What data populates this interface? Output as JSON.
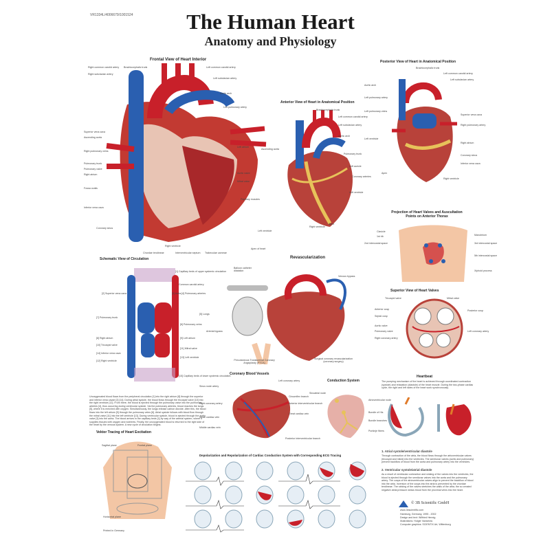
{
  "poster": {
    "code": "VR1334L/4006679/1001524",
    "title": "The Human Heart",
    "subtitle": "Anatomy and Physiology"
  },
  "sections": {
    "frontal": "Frontal View of Heart Interior",
    "posterior": "Posterior View of Heart in Anatomical Position",
    "anterior": "Anterior View of Heart in Anatomical Position",
    "projection": "Projection of Heart Valves and Auscultation Points on Anterior Thorax",
    "superior": "Superior View of Heart Valves",
    "schematic": "Schematic View of Circulation",
    "revascularization": "Revascularization",
    "coronary": "Coronary Blood Vessels",
    "conduction": "Conduction System",
    "heartbeat": "Heartbeat",
    "vektor": "Vektor Tracing of Heart Excitation",
    "depolarization": "Depolarization and Repolarization of Cardiac Conduction System with Corresponding ECG Tracing"
  },
  "labels": {
    "frontal": [
      "Right common carotid artery",
      "Brachiocephalic trunk",
      "Left common carotid artery",
      "Right subclavian artery",
      "Left subclavian artery",
      "Aortic arch",
      "Left pulmonary artery",
      "Superior vena cava",
      "Ascending aorta",
      "Right pulmonary veins",
      "Pulmonary trunk",
      "Right atrium",
      "Pulmonary valve",
      "Fossa ovalis",
      "Inferior vena cava",
      "Coronary sinus",
      "Left atrium",
      "Mitral valve",
      "Aortic valve",
      "Papillary muscles",
      "Interventricular septum",
      "Left ventricle",
      "Right ventricle",
      "Apex of heart",
      "Chordae tendineae",
      "Trabeculae carneae"
    ],
    "anterior": [
      "Brachiocephalic trunk",
      "Left common carotid artery",
      "Left subclavian artery",
      "Aortic arch",
      "Ascending aorta",
      "Pulmonary trunk",
      "Left auricle",
      "Coronary arteries",
      "Left ventricle",
      "Right ventricle",
      "Apex"
    ],
    "posterior": [
      "Brachiocephalic trunk",
      "Left common carotid artery",
      "Left subclavian artery",
      "Aortic arch",
      "Left pulmonary artery",
      "Left pulmonary veins",
      "Superior vena cava",
      "Right pulmonary artery",
      "Right atrium",
      "Coronary sinus",
      "Inferior vena cava",
      "Left ventricle",
      "Apex",
      "Right ventricle"
    ],
    "projection": [
      "Clavicle",
      "1st rib",
      "Manubrium",
      "2nd intercostal space",
      "3rd intercostal space",
      "5th intercostal space",
      "Xiphoid process"
    ],
    "superior": [
      "Tricuspid valve",
      "Mitral valve",
      "Pulmonary valve",
      "Aortic valve",
      "Left coronary artery",
      "Right coronary artery",
      "Anterior cusp",
      "Posterior cusp",
      "Septal cusp"
    ],
    "schematic": [
      "[1] Capillary beds of upper systemic circulation",
      "Common carotid artery",
      "[2] Superior vena cava",
      "[3] Aorta",
      "[4] Pulmonary arteries",
      "[5] Lungs",
      "[6] Pulmonary veins",
      "[7] Pulmonary trunk",
      "[8] Right atrium",
      "[9] Left atrium",
      "[10] Tricuspid valve",
      "[11] Mitral valve",
      "[12] Right ventricle",
      "[13] Left ventricle",
      "[14] Inferior vena cava",
      "[15] Capillary beds of lower systemic circulation"
    ],
    "revascularization": [
      "Balloon catheter dilatation",
      "Venous bypass",
      "Arterial bypass",
      "Percutaneous Transluminal Coronary Angioplasty (PTCA)",
      "Surgical coronary revascularization (coronary surgery)"
    ],
    "coronary": [
      "Sinus node artery",
      "Left coronary artery",
      "Right coronary artery",
      "Circumflex branch",
      "Anterior interventricular branch",
      "Great cardiac vein",
      "Small cardiac vein",
      "Middle cardiac vein",
      "Posterior interventricular branch"
    ],
    "conduction": [
      "Sinoatrial node",
      "Atrioventricular node",
      "Bundle of His",
      "Bundle branches",
      "Purkinje fibers"
    ],
    "vektor": [
      "Sagittal plane",
      "Frontal plane",
      "Horizontal plane"
    ]
  },
  "circulation_text": "Unoxygenated blood flows from the peripheral circulation [1] into the right atrium [8] through the superior and inferior vena cavae [2] [14]. During atrial systole, the blood flows through the tricuspid valve [10] into the right ventricle [12]. From there, the blood is ejected through the pulmonary valve into the pulmonary arteries [4], thus occurring during ventricular systole. Via the pulmonary arteries, blood reaches the lungs [5], where it is enriched with oxygen. Simultaneously, the lungs release carbon dioxide. After this, the blood flows into the left atrium [9] through the pulmonary veins [6]. Atrial systole follows with blood flow through the mitral valve [11] into the left ventricle [13]. During ventricular systole, blood is ejected through the aortic valve [3] into the aorta. The blood arrives in the capillary beds [1] by way of the arterial system, where it supplies tissues with oxygen and nutrients. Finally, the unoxygenated blood is returned to the right side of the heart by the venous system. A new cycle of circulation begins.",
  "heartbeat": {
    "intro": "The pumping mechanism of the heart is achieved through coordinated contraction (systole) and relaxation (diastole) of the heart muscle. During the two-phase cardiac cycle, the right and left sides of the heart work synchronously.",
    "phase1_title": "1. Atrial systole/ventricular diastole",
    "phase1_text": "Through contraction of the atria, the blood flows through the atrioventricular valves (tricuspid and mitral) into the ventricles. The semilunar valves (aortic and pulmonary) prevent backflow of blood from the aorta and pulmonary artery into the ventricles.",
    "phase2_title": "2. Ventricular systole/atrial diastole",
    "phase2_text": "As a result of ventricular contraction and sinking of the valves into the ventricles, the blood is ejected through the semilunar valves into the aorta and the pulmonary artery. The cusps of the atrioventricular valves align to prevent the backflow of blood into the atria. Inversion of the cusps into the atria is prevented by the chordae tendineae. The sinking of the valves stretches the walls of the atria; the so created negative atrial pressure draws blood from the proximal veins into the heart."
  },
  "credits": {
    "publisher": "© 3B Scientific GmbH",
    "web": "www.3bscientific.com",
    "lines": [
      "Hamburg, Germany, 1995 - 2002",
      "Design and text: Wilfried Hennig",
      "Illustrations: Holger Vanselow",
      "Computer graphics: SCIENTIX Art, Wittenburg"
    ],
    "printed": "Printed in Germany"
  },
  "colors": {
    "artery": "#c8202a",
    "vein": "#2a5fb0",
    "muscle": "#b8423a",
    "fat": "#e7c25a",
    "skin": "#f3c6a5"
  }
}
